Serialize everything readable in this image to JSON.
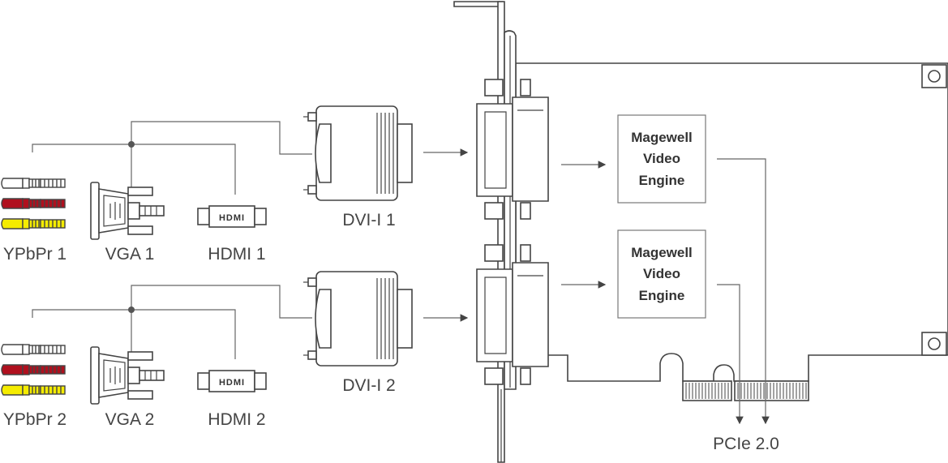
{
  "inputs": [
    {
      "ypbpr": "YPbPr 1",
      "vga": "VGA 1",
      "hdmi": "HDMI 1",
      "dvi": "DVI-I 1",
      "hdmi_logo": "HDMI"
    },
    {
      "ypbpr": "YPbPr 2",
      "vga": "VGA 2",
      "hdmi": "HDMI 2",
      "dvi": "DVI-I 2",
      "hdmi_logo": "HDMI"
    }
  ],
  "engines": [
    {
      "line1": "Magewell",
      "line2": "Video",
      "line3": "Engine"
    },
    {
      "line1": "Magewell",
      "line2": "Video",
      "line3": "Engine"
    }
  ],
  "bus_label": "PCIe 2.0",
  "colors": {
    "rca_white": "#ffffff",
    "rca_red": "#b0101e",
    "rca_yellow": "#f5ec00",
    "line": "#555555",
    "text": "#444444"
  }
}
